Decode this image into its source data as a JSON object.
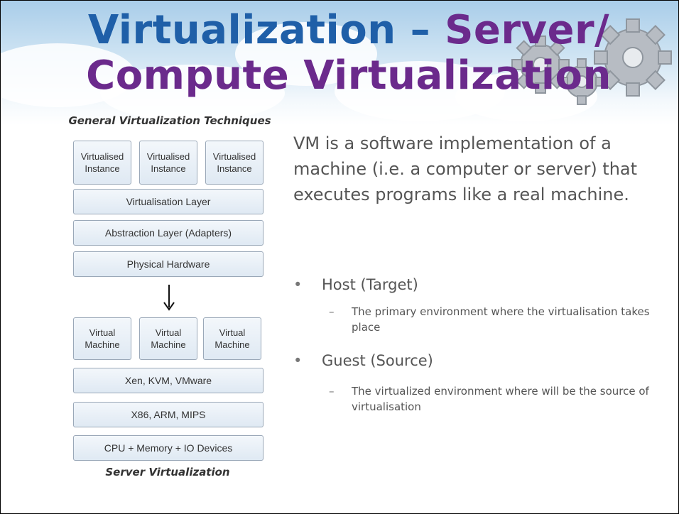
{
  "slide": {
    "title_part1": "Virtualization – ",
    "title_part2_line1": "Server/",
    "title_line2": "Compute Virtualization",
    "colors": {
      "title_blue": "#1f5fa8",
      "title_purple": "#6b2a8c",
      "box_border": "#9aa8b8",
      "body_text": "#555555"
    },
    "decoration": "gears-icon"
  },
  "diagram": {
    "heading": "General Virtualization Techniques",
    "top_stack": {
      "instances": [
        "Virtualised Instance",
        "Virtualised Instance",
        "Virtualised Instance"
      ],
      "layers": [
        "Virtualisation Layer",
        "Abstraction Layer (Adapters)",
        "Physical Hardware"
      ]
    },
    "arrow": "arrow-down-icon",
    "bottom_stack": {
      "machines": [
        "Virtual Machine",
        "Virtual Machine",
        "Virtual Machine"
      ],
      "layers": [
        "Xen, KVM, VMware",
        "X86, ARM, MIPS",
        "CPU + Memory + IO Devices"
      ]
    },
    "caption": "Server Virtualization"
  },
  "content": {
    "intro": "VM is a software implementation of a machine (i.e. a computer or server) that executes programs like a real machine.",
    "bullets": [
      {
        "bullet": "•",
        "label": "Host (Target)",
        "dash": "–",
        "detail": "The primary environment where the virtualisation takes place"
      },
      {
        "bullet": "•",
        "label": "Guest (Source)",
        "dash": "–",
        "detail": "The virtualized environment where will be the source of virtualisation"
      }
    ]
  }
}
